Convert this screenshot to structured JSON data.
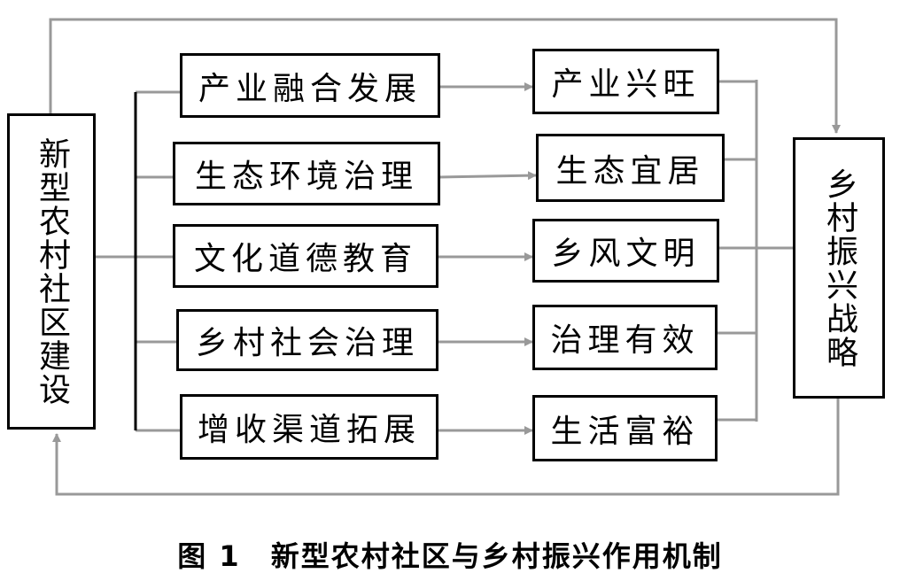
{
  "left_box": "新型农村社区建设",
  "right_box": "乡村振兴战略",
  "middle_items": [
    "产业融合发展",
    "生态环境治理",
    "文化道德教育",
    "乡村社会治理",
    "增收渠道拓展"
  ],
  "outcome_items": [
    "产业兴旺",
    "生态宜居",
    "乡风文明",
    "治理有效",
    "生活富裕"
  ],
  "caption": "图 1　新型农村社区与乡村振兴作用机制",
  "colors": {
    "line": "#999999",
    "frame": "#000000"
  }
}
